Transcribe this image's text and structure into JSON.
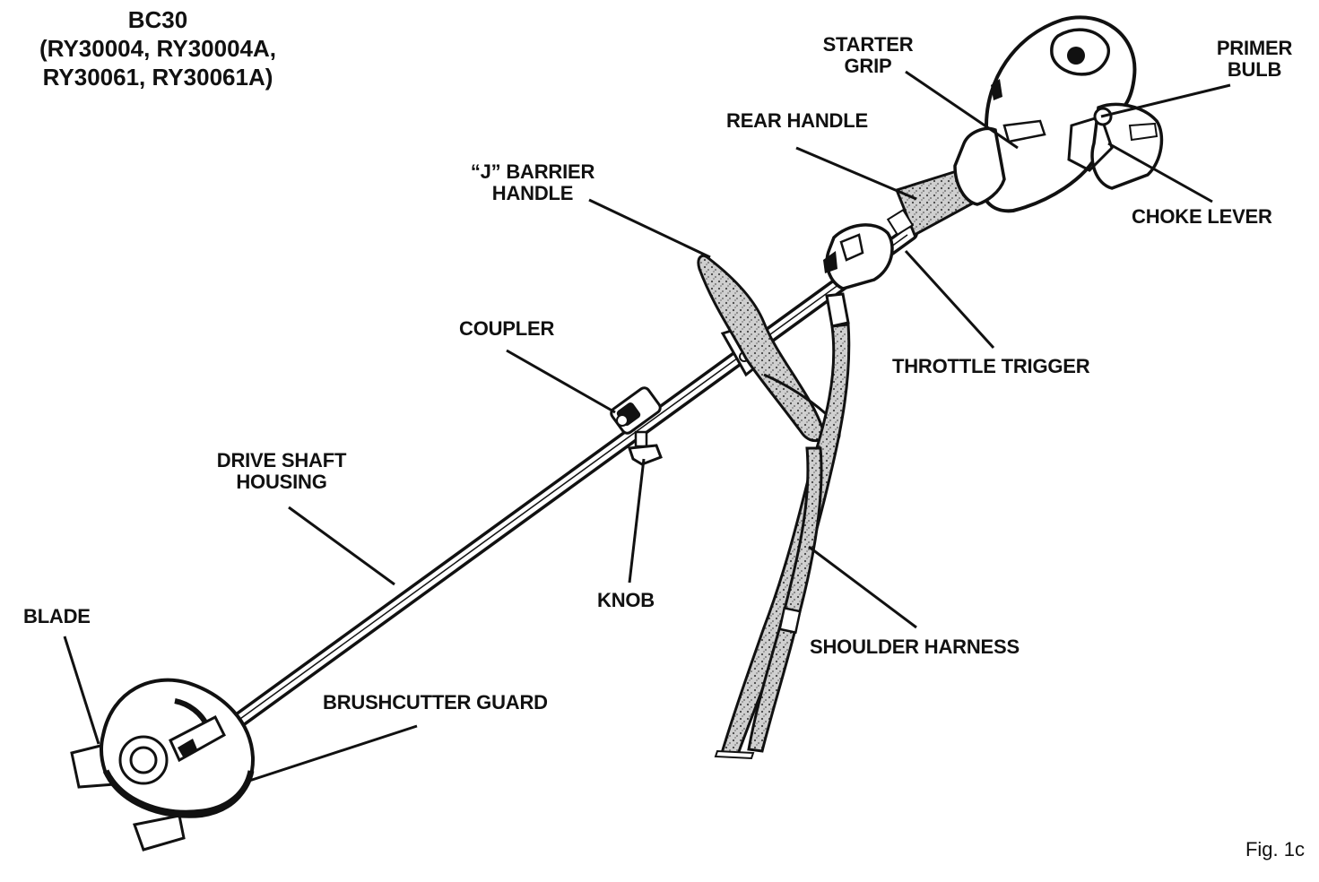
{
  "model": {
    "line1": "BC30",
    "line2": "(RY30004, RY30004A,",
    "line3": "RY30061, RY30061A)"
  },
  "figure_label": "Fig. 1c",
  "callouts": {
    "starter_grip": [
      "STARTER",
      "GRIP"
    ],
    "primer_bulb": [
      "PRIMER",
      "BULB"
    ],
    "rear_handle": [
      "REAR HANDLE"
    ],
    "j_barrier_handle": [
      "“J” BARRIER",
      "HANDLE"
    ],
    "choke_lever": [
      "CHOKE LEVER"
    ],
    "coupler": [
      "COUPLER"
    ],
    "throttle_trigger": [
      "THROTTLE TRIGGER"
    ],
    "drive_shaft_housing": [
      "DRIVE SHAFT",
      "HOUSING"
    ],
    "knob": [
      "KNOB"
    ],
    "blade": [
      "BLADE"
    ],
    "shoulder_harness": [
      "SHOULDER HARNESS"
    ],
    "brushcutter_guard": [
      "BRUSHCUTTER GUARD"
    ]
  },
  "colors": {
    "ink": "#111111",
    "foam": "#9a9a9a",
    "paper": "#ffffff"
  }
}
